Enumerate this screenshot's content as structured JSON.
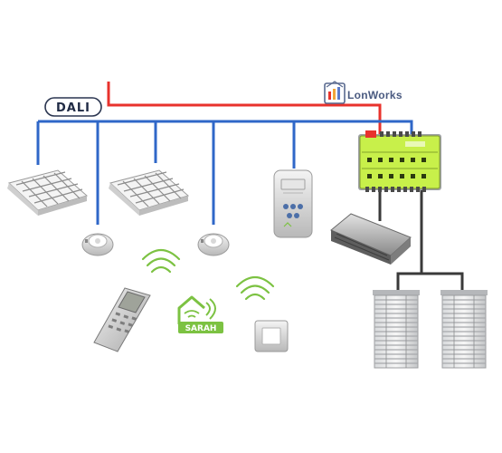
{
  "labels": {
    "dali": "DALI",
    "lonworks": "LonWorks",
    "sarah": "SARAH"
  },
  "colors": {
    "lon_bus": "#e8322c",
    "dali_bus": "#2f67c8",
    "drop_line": "#3a3a3a",
    "module_green": "#c8f04a",
    "sarah_green": "#7cc242"
  },
  "icons": [
    "lonworks-logo-icon",
    "ceiling-light-icon",
    "presence-sensor-icon",
    "wall-control-panel-icon",
    "remote-control-icon",
    "wireless-signal-icon",
    "sarah-logo-icon",
    "wall-switch-icon",
    "controller-module-icon",
    "fan-coil-unit-icon",
    "window-blind-icon"
  ]
}
